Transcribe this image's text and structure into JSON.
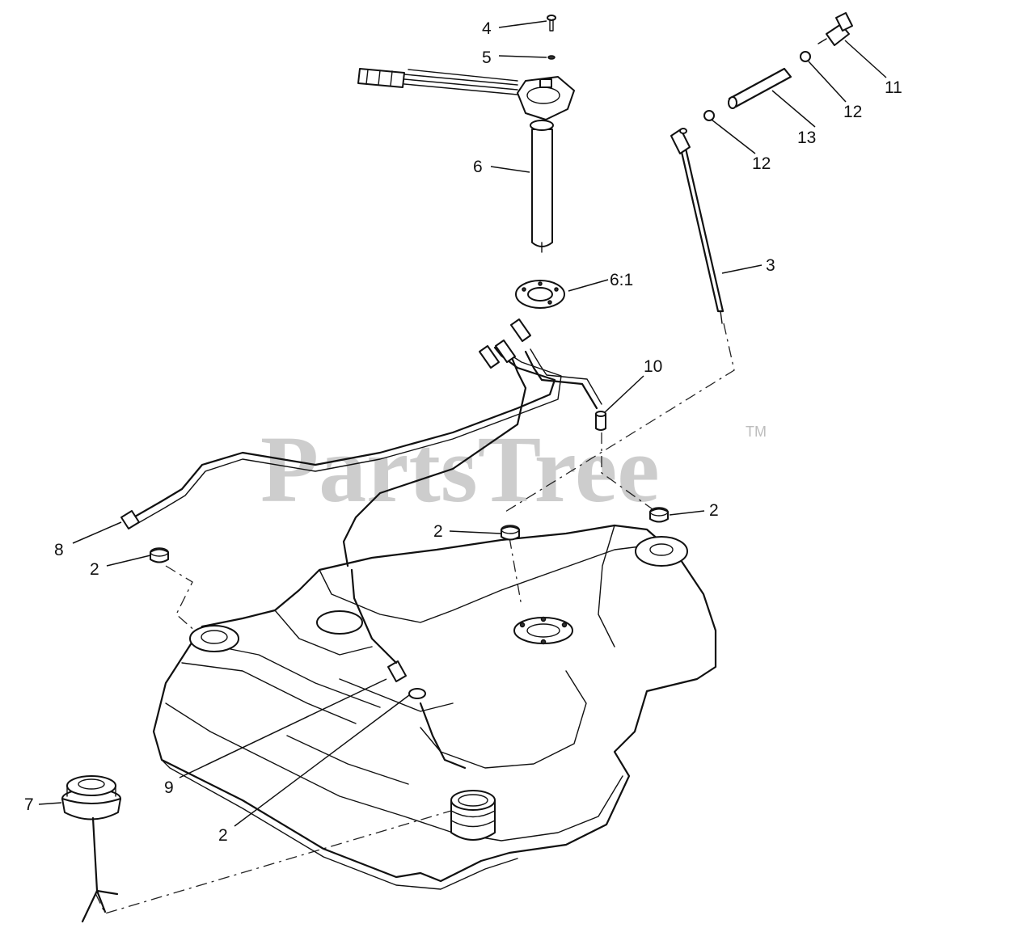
{
  "watermark": {
    "text": "PartsTree",
    "trademark": "TM"
  },
  "callouts": {
    "c4": "4",
    "c5": "5",
    "c6": "6",
    "c6_1": "6:1",
    "c3": "3",
    "c10": "10",
    "c11": "11",
    "c12a": "12",
    "c12b": "12",
    "c13": "13",
    "c8": "8",
    "c2a": "2",
    "c2b": "2",
    "c2c": "2",
    "c2d": "2",
    "c9": "9",
    "c7": "7"
  }
}
